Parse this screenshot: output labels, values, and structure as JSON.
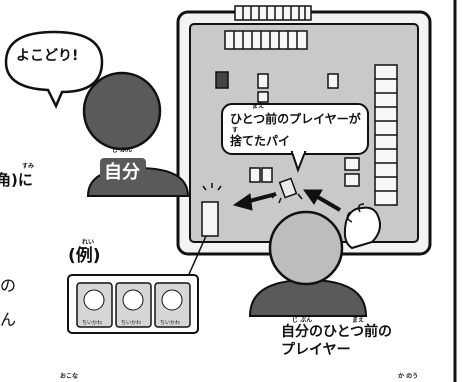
{
  "speech_yokodori": "よこどり!",
  "self_label": "自分",
  "self_ruby": "じ ぶん",
  "discard_note": {
    "line1": "ひとつ前のプレイヤーが",
    "line2": "捨てたパイ",
    "ruby_mae": "まえ",
    "ruby_su": "す"
  },
  "example_label": "(例)",
  "example_ruby": "れい",
  "player_label": {
    "line1": "自分のひとつ前の",
    "line2": "プレイヤー",
    "ruby_jibun": "じ ぶん",
    "ruby_mae": "まえ"
  },
  "edge_text": {
    "kaku": "角)に",
    "sumi": "すみ",
    "no": "の",
    "n": "ん"
  },
  "bottom_ruby": {
    "okona": "おこな",
    "kanou": "か のう"
  },
  "example_cards": [
    {
      "kind": "smile-cat",
      "caption": "ちいかわ"
    },
    {
      "kind": "cry-cat",
      "caption": "ちいかわ"
    },
    {
      "kind": "angry-cat",
      "caption": "ちいかわ"
    }
  ],
  "colors": {
    "ink": "#111111",
    "table_felt": "#c9c9c9",
    "card_bg": "#d6d6d6",
    "gray_body": "#5a5a5a"
  }
}
